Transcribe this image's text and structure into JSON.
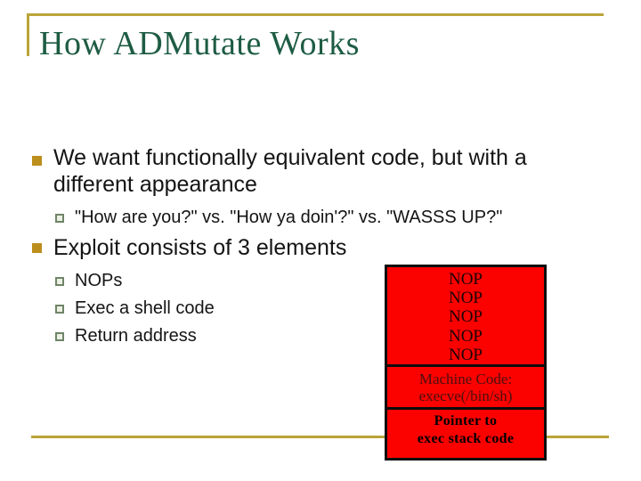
{
  "slide": {
    "title": "How ADMutate Works",
    "bullets": [
      {
        "text": "We want functionally equivalent code, but with a different appearance",
        "sub": [
          "\"How are you?\" vs. \"How ya doin'?\" vs. \"WASSS UP?\""
        ]
      },
      {
        "text": "Exploit consists of 3 elements",
        "sub": [
          "NOPs",
          "Exec a shell code",
          "Return address"
        ]
      }
    ],
    "diagram": {
      "nops": [
        "NOP",
        "NOP",
        "NOP",
        "NOP",
        "NOP"
      ],
      "machine_code": [
        "Machine Code:",
        "execve(/bin/sh)"
      ],
      "pointer": [
        "Pointer to",
        "exec stack code"
      ]
    },
    "colors": {
      "title_green": "#1E5C44",
      "gold_line": "#BBA439",
      "bullet_gold": "#BC8E1C",
      "sub_bullet_outline": "#6F8468",
      "diagram_red": "#FB0100",
      "diagram_border": "#0D0D0D"
    }
  }
}
